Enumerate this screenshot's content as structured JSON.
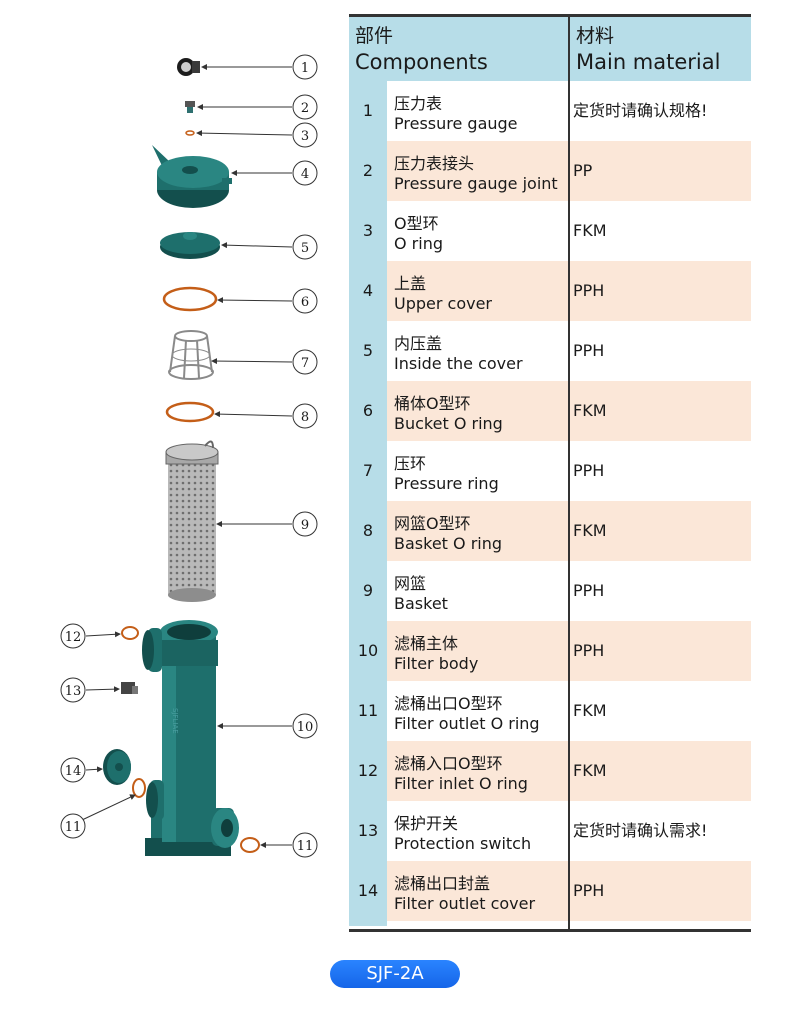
{
  "table": {
    "header": {
      "component_zh": "部件",
      "component_en": "Components",
      "material_zh": "材料",
      "material_en": "Main material"
    },
    "rows": [
      {
        "num": "1",
        "zh": "压力表",
        "en": "Pressure gauge",
        "material": "定货时请确认规格!"
      },
      {
        "num": "2",
        "zh": "压力表接头",
        "en": "Pressure gauge joint",
        "material": "PP"
      },
      {
        "num": "3",
        "zh": "O型环",
        "en": "O ring",
        "material": "FKM"
      },
      {
        "num": "4",
        "zh": "上盖",
        "en": "Upper cover",
        "material": "PPH"
      },
      {
        "num": "5",
        "zh": "内压盖",
        "en": "Inside  the  cover",
        "material": "PPH"
      },
      {
        "num": "6",
        "zh": "桶体O型环",
        "en": "Bucket O ring",
        "material": "FKM"
      },
      {
        "num": "7",
        "zh": "压环",
        "en": "Pressure ring",
        "material": "PPH"
      },
      {
        "num": "8",
        "zh": "网篮O型环",
        "en": "Basket O ring",
        "material": "FKM"
      },
      {
        "num": "9",
        "zh": "网篮",
        "en": "Basket",
        "material": "PPH"
      },
      {
        "num": "10",
        "zh": "滤桶主体",
        "en": "Filter body",
        "material": "PPH"
      },
      {
        "num": "11",
        "zh": "滤桶出口O型环",
        "en": "Filter outlet O ring",
        "material": "FKM"
      },
      {
        "num": "12",
        "zh": "滤桶入口O型环",
        "en": "Filter inlet O ring",
        "material": "FKM"
      },
      {
        "num": "13",
        "zh": "保护开关",
        "en": "Protection switch",
        "material": "定货时请确认需求!"
      },
      {
        "num": "14",
        "zh": "滤桶出口封盖",
        "en": "Filter outlet cover",
        "material": "PPH"
      }
    ]
  },
  "diagram": {
    "callouts": [
      "1",
      "2",
      "3",
      "4",
      "5",
      "6",
      "7",
      "8",
      "9",
      "12",
      "13",
      "10",
      "14",
      "11",
      "11"
    ],
    "body_brand_text": "SJFLIAE"
  },
  "model": "SJF-2A",
  "colors": {
    "teal": "#1e6f6c",
    "teal_dark": "#134f4d",
    "oring": "#c45e18",
    "header_blue": "#b7dde8",
    "row_peach": "#fbe7d8",
    "badge_blue": "#1f77f2"
  }
}
